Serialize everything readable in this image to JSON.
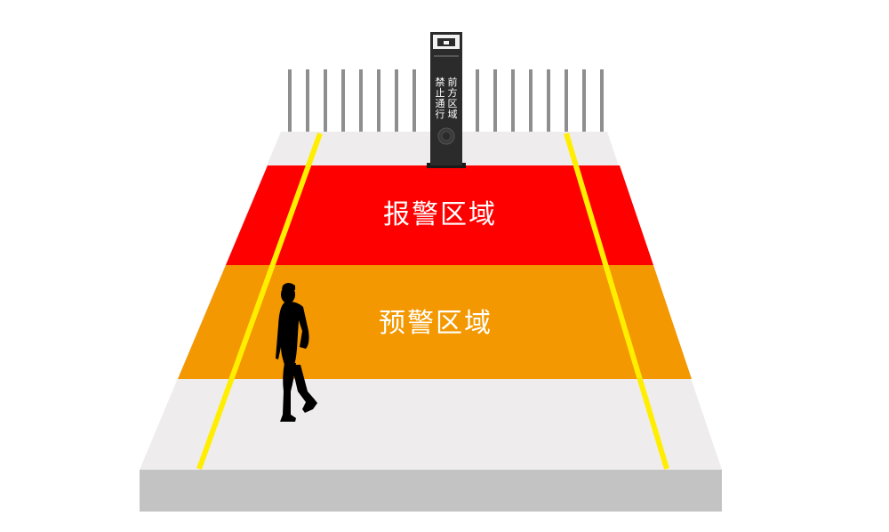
{
  "zones": {
    "alarm_label": "报警区域",
    "warning_label": "预警区域"
  },
  "post": {
    "sign_col1": "禁止通行",
    "sign_col2": "前方区域"
  },
  "colors": {
    "alarm_zone": "#ff0000",
    "warning_zone": "#f39800",
    "floor": "#efeced",
    "platform_side": "#c3c3c3",
    "boundary_line": "#ffee00",
    "fence": "#8e8e8e",
    "post": "#2b2b2b",
    "person": "#000000"
  },
  "icons": {
    "camera": "camera-icon",
    "speaker": "speaker-icon",
    "person": "walking-person-icon"
  }
}
